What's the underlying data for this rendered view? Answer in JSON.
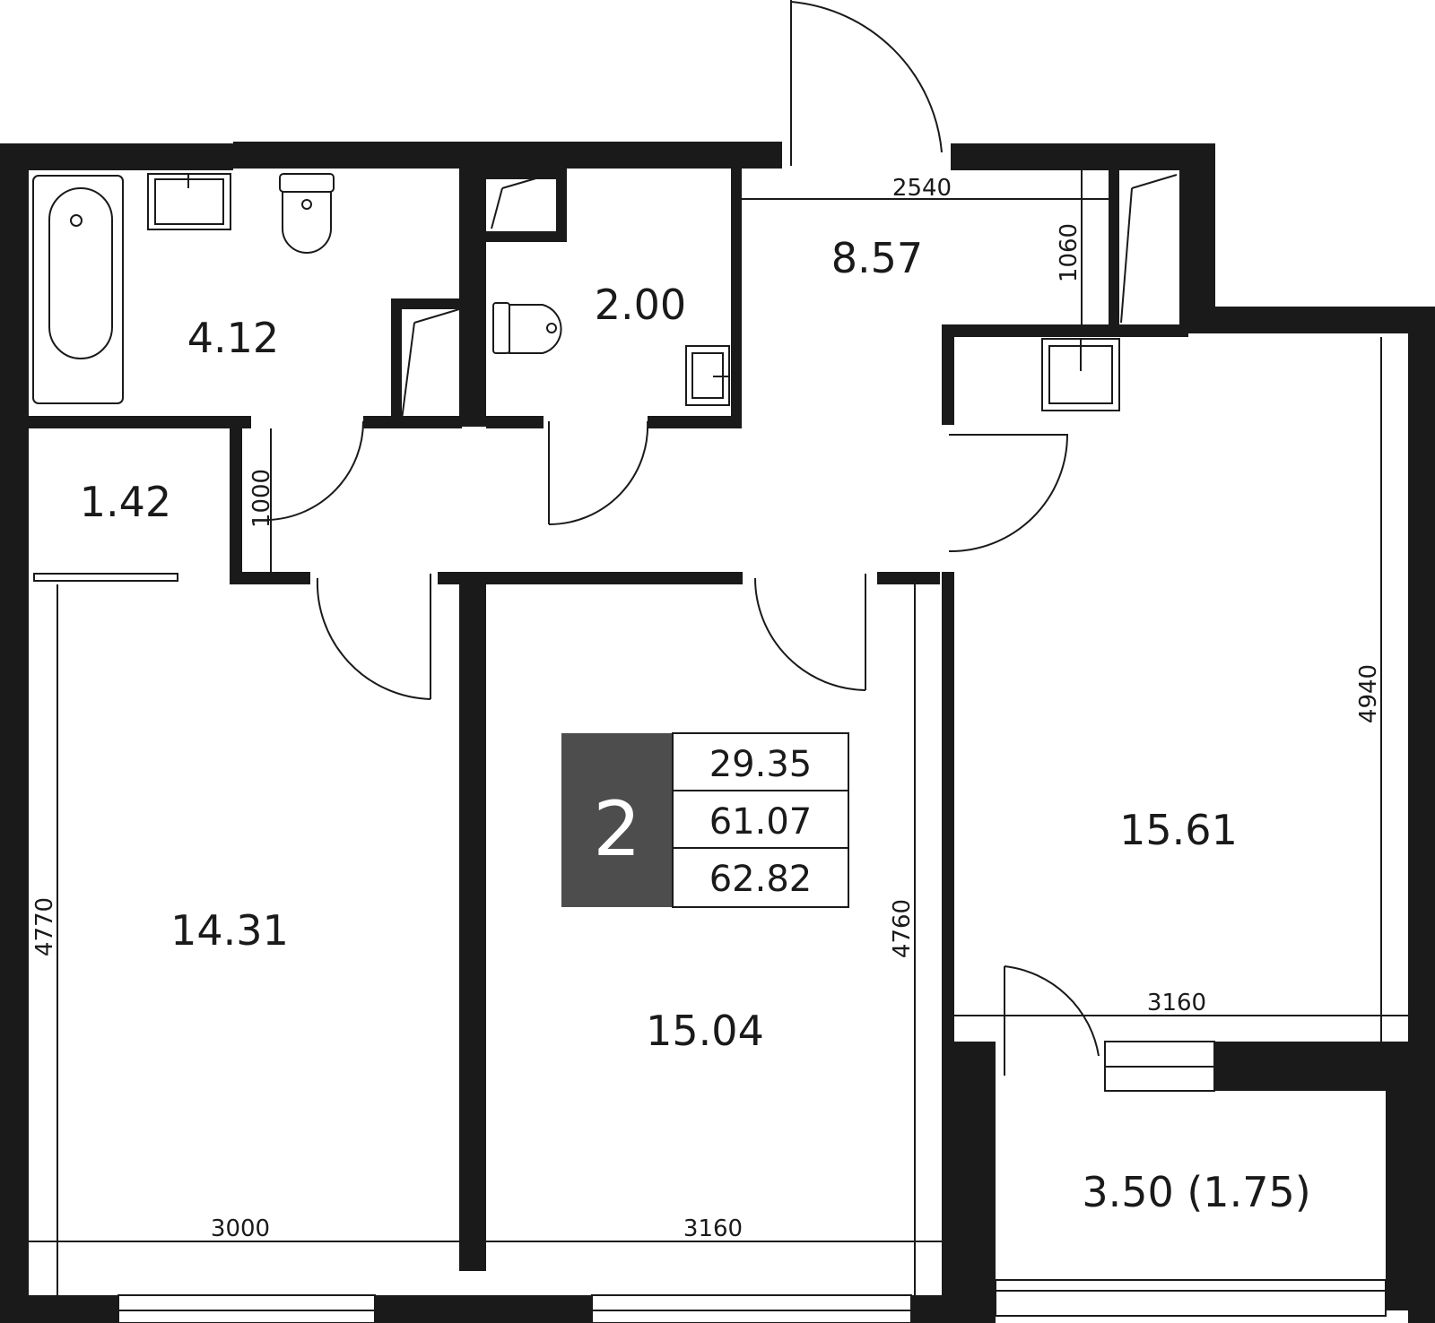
{
  "colors": {
    "wall": "#1a1a1a",
    "badge_bg": "#4d4d4d",
    "background": "#ffffff"
  },
  "badge": {
    "rooms": "2",
    "values": [
      "29.35",
      "61.07",
      "62.82"
    ]
  },
  "rooms": {
    "bathroom": "4.12",
    "wc": "2.00",
    "hallway": "8.57",
    "closet": "1.42",
    "bedroom_left": "14.31",
    "bedroom_middle": "15.04",
    "living_right": "15.61",
    "balcony": "3.50 (1.75)"
  },
  "dimensions": {
    "hall_width": "2540",
    "hall_depth": "1060",
    "closet_depth": "1000",
    "left_width": "3000",
    "left_length": "4770",
    "middle_width": "3160",
    "middle_length": "4760",
    "right_width": "3160",
    "right_length": "4940"
  }
}
